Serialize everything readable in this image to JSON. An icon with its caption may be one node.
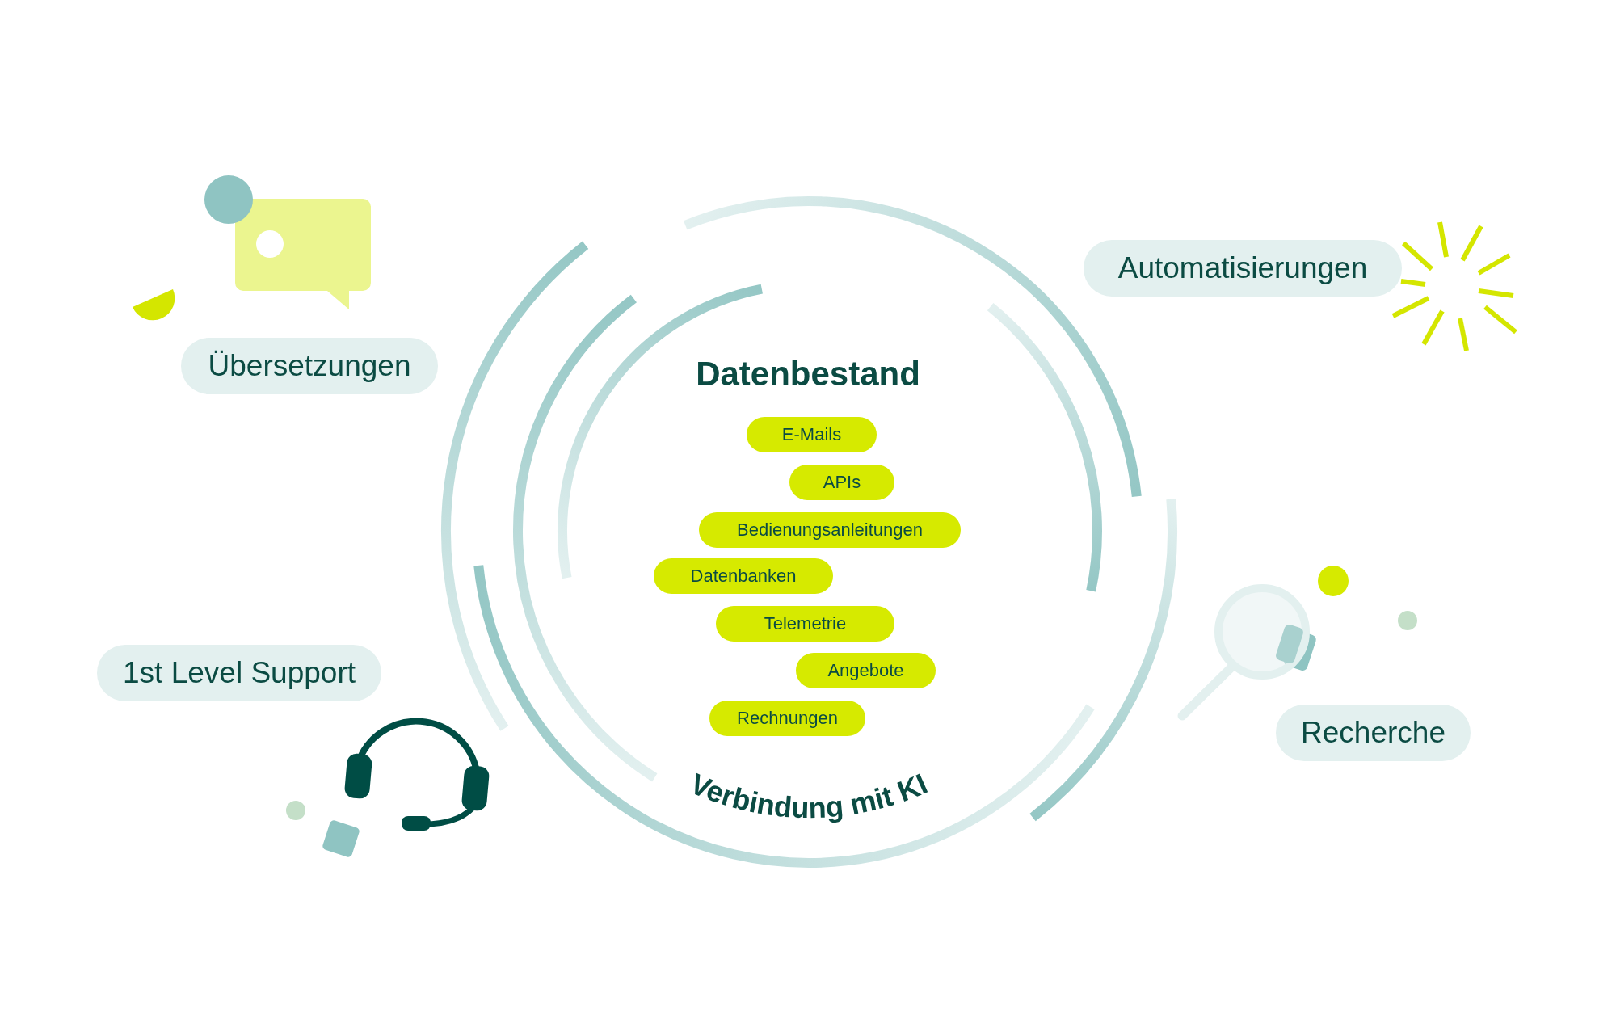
{
  "diagram": {
    "nodes": [
      {
        "text": [
          "Übersetzungen"
        ]
      },
      {
        "text": [
          "Automatisierungen"
        ]
      },
      {
        "text": [
          "1st Level Support"
        ]
      },
      {
        "text": [
          "Recherche"
        ]
      },
      {
        "text": [
          "E-Mails"
        ]
      },
      {
        "text": [
          "APIs"
        ]
      },
      {
        "text": [
          "Bedienungsanleitungen"
        ]
      },
      {
        "text": [
          "Datenbanken"
        ]
      },
      {
        "text": [
          "Telemetrie"
        ]
      },
      {
        "text": [
          "Angebote"
        ]
      },
      {
        "text": [
          "Rechnungen"
        ]
      }
    ],
    "labels": [
      "Datenbestand",
      "Verbindung mit KI"
    ]
  }
}
